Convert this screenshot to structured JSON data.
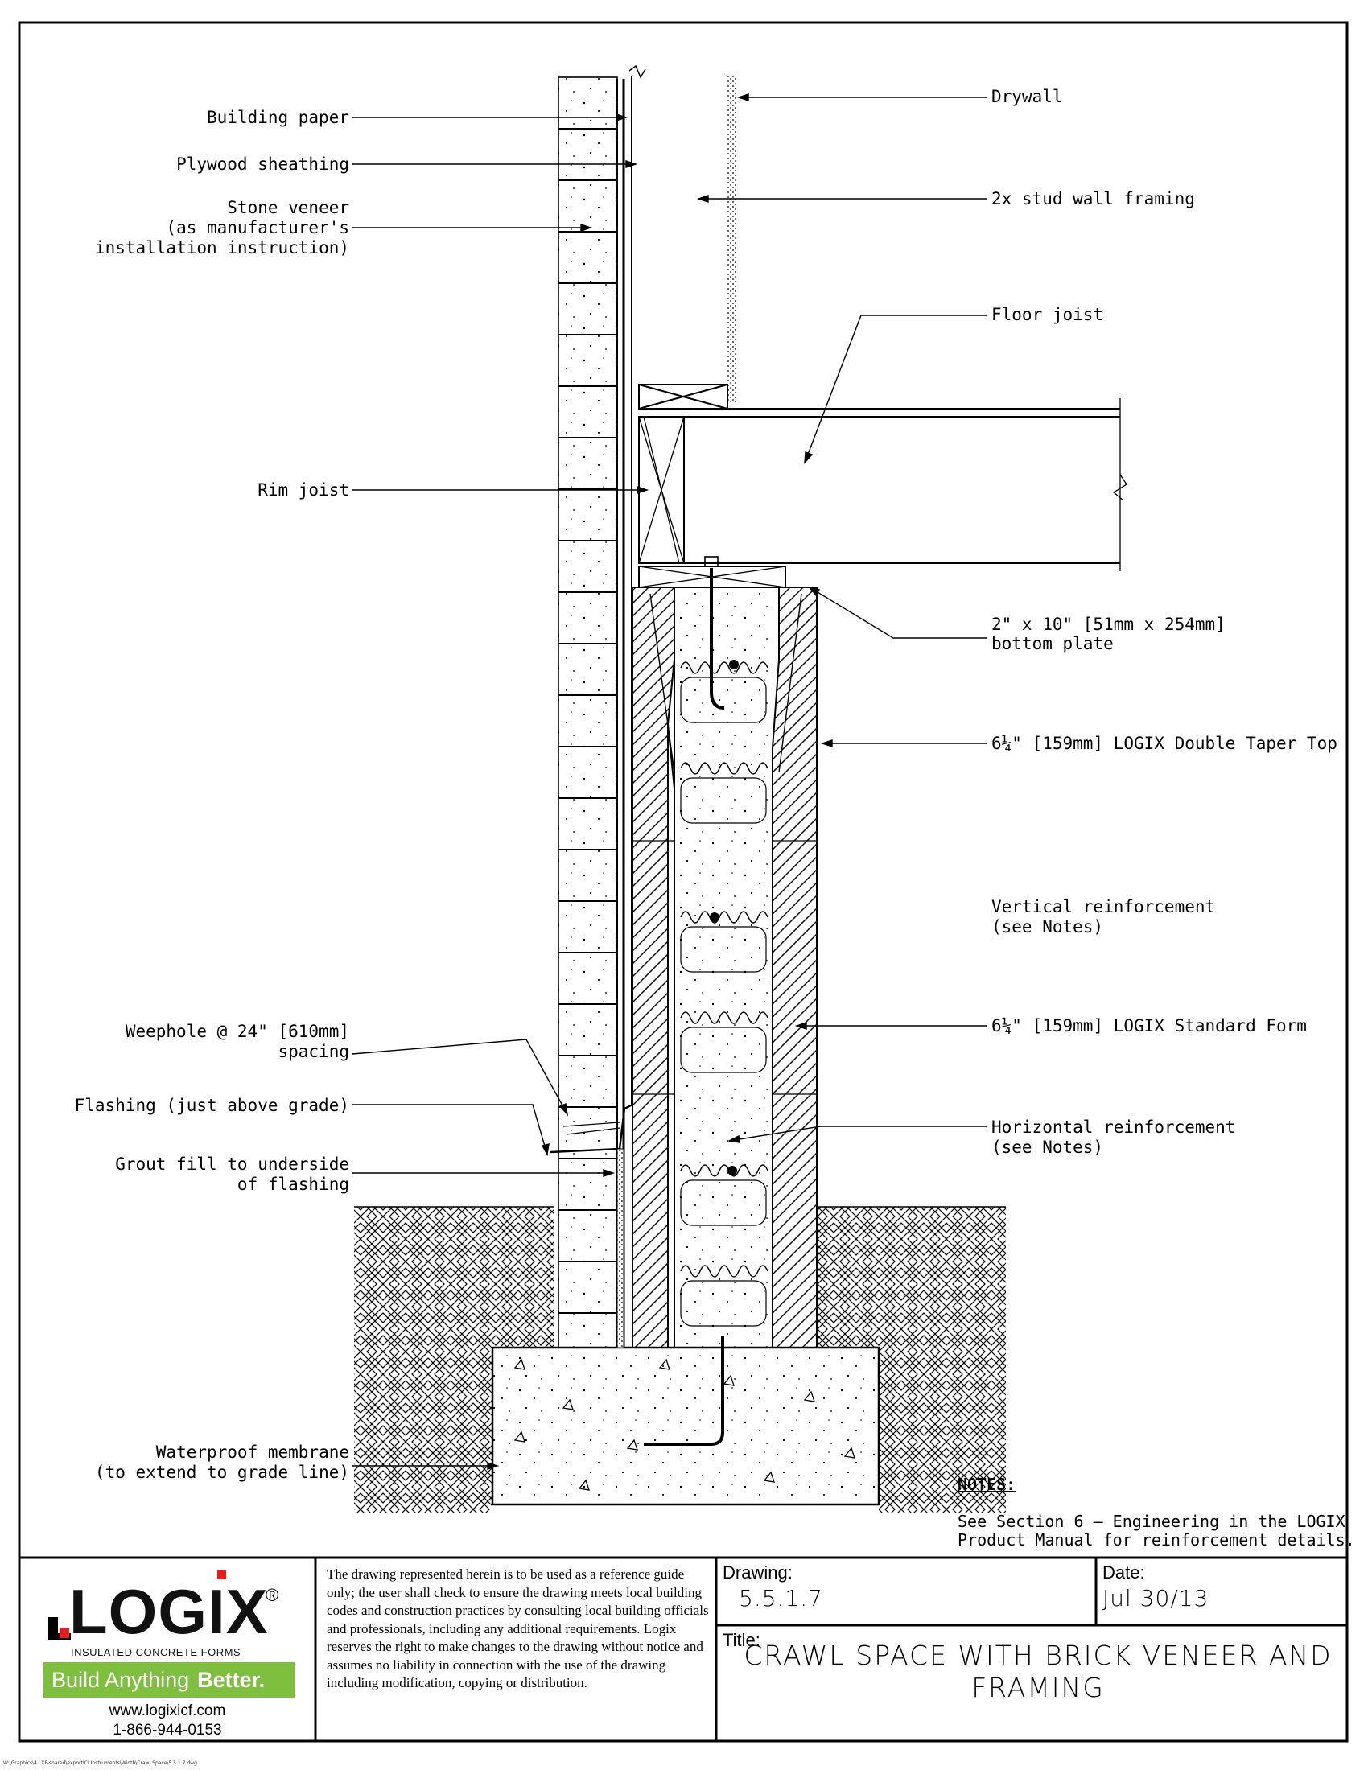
{
  "labels": {
    "building_paper": "Building paper",
    "plywood_sheathing": "Plywood sheathing",
    "stone_veneer_1": "Stone veneer",
    "stone_veneer_2": "(as manufacturer's",
    "stone_veneer_3": "installation instruction)",
    "rim_joist": "Rim joist",
    "weephole_1": "Weephole @ 24\" [610mm]",
    "weephole_2": "spacing",
    "flashing": "Flashing (just above grade)",
    "grout_1": "Grout fill to underside",
    "grout_2": "of flashing",
    "waterproof_1": "Waterproof membrane",
    "waterproof_2": "(to extend to grade line)",
    "drywall": "Drywall",
    "stud_wall": "2x stud wall framing",
    "floor_joist": "Floor joist",
    "bottom_plate_1": "2\" x 10\" [51mm x 254mm]",
    "bottom_plate_2": "bottom plate",
    "double_taper_top": "6¼\" [159mm] LOGIX Double Taper Top",
    "vertical_reinf_1": "Vertical reinforcement",
    "vertical_reinf_2": "(see Notes)",
    "standard_form": "6¼\" [159mm] LOGIX Standard Form",
    "horizontal_reinf_1": "Horizontal reinforcement",
    "horizontal_reinf_2": "(see Notes)"
  },
  "notes": {
    "heading": "NOTES:",
    "line1": "See Section 6 – Engineering in the LOGIX",
    "line2": "Product Manual for reinforcement details."
  },
  "title_block": {
    "logo_word": "LOGIX",
    "logo_reg": "®",
    "logo_sub": "INSULATED CONCRETE FORMS",
    "tagline_a": "Build Anything",
    "tagline_b": "Better.",
    "website": "www.logixicf.com",
    "phone": "1-866-944-0153",
    "disclaimer": "The drawing represented herein is to be used as a reference guide only; the user shall check to ensure the drawing meets local building codes and construction practices by consulting local building officials and professionals, including any additional requirements. Logix reserves the right to make changes to the drawing without notice and assumes no liability in connection with the use of the drawing including modification, copying or distribution.",
    "drawing_label": "Drawing:",
    "drawing_value": "5.5.1.7",
    "date_label": "Date:",
    "date_value": "Jul 30/13",
    "title_label": "Title:",
    "title_line1": "CRAWL SPACE WITH BRICK VENEER AND",
    "title_line2": "FRAMING"
  },
  "colors": {
    "brand_green": "#7fbf3f",
    "brand_red": "#e0201b"
  },
  "footer_path": "W:\\Graphics\\4 LXF-shared\\export\\CI Instruments\\Width\\Crawl Space\\5.5.1.7.dwg"
}
